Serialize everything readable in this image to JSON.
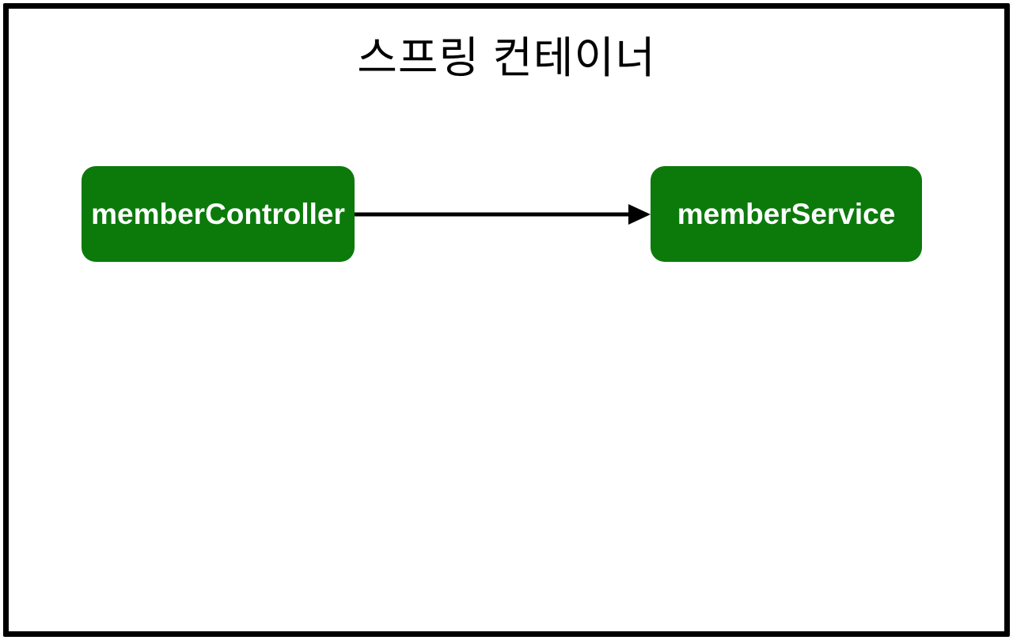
{
  "diagram": {
    "title": "스프링 컨테이너",
    "nodes": [
      {
        "id": "memberController",
        "label": "memberController"
      },
      {
        "id": "memberService",
        "label": "memberService"
      }
    ],
    "edges": [
      {
        "from": "memberController",
        "to": "memberService",
        "direction": "right"
      }
    ],
    "colors": {
      "background": "#ffffff",
      "frame_border": "#000000",
      "node_fill": "#0b7a0b",
      "node_text": "#ffffff",
      "arrow": "#000000",
      "title_text": "#000000"
    }
  }
}
